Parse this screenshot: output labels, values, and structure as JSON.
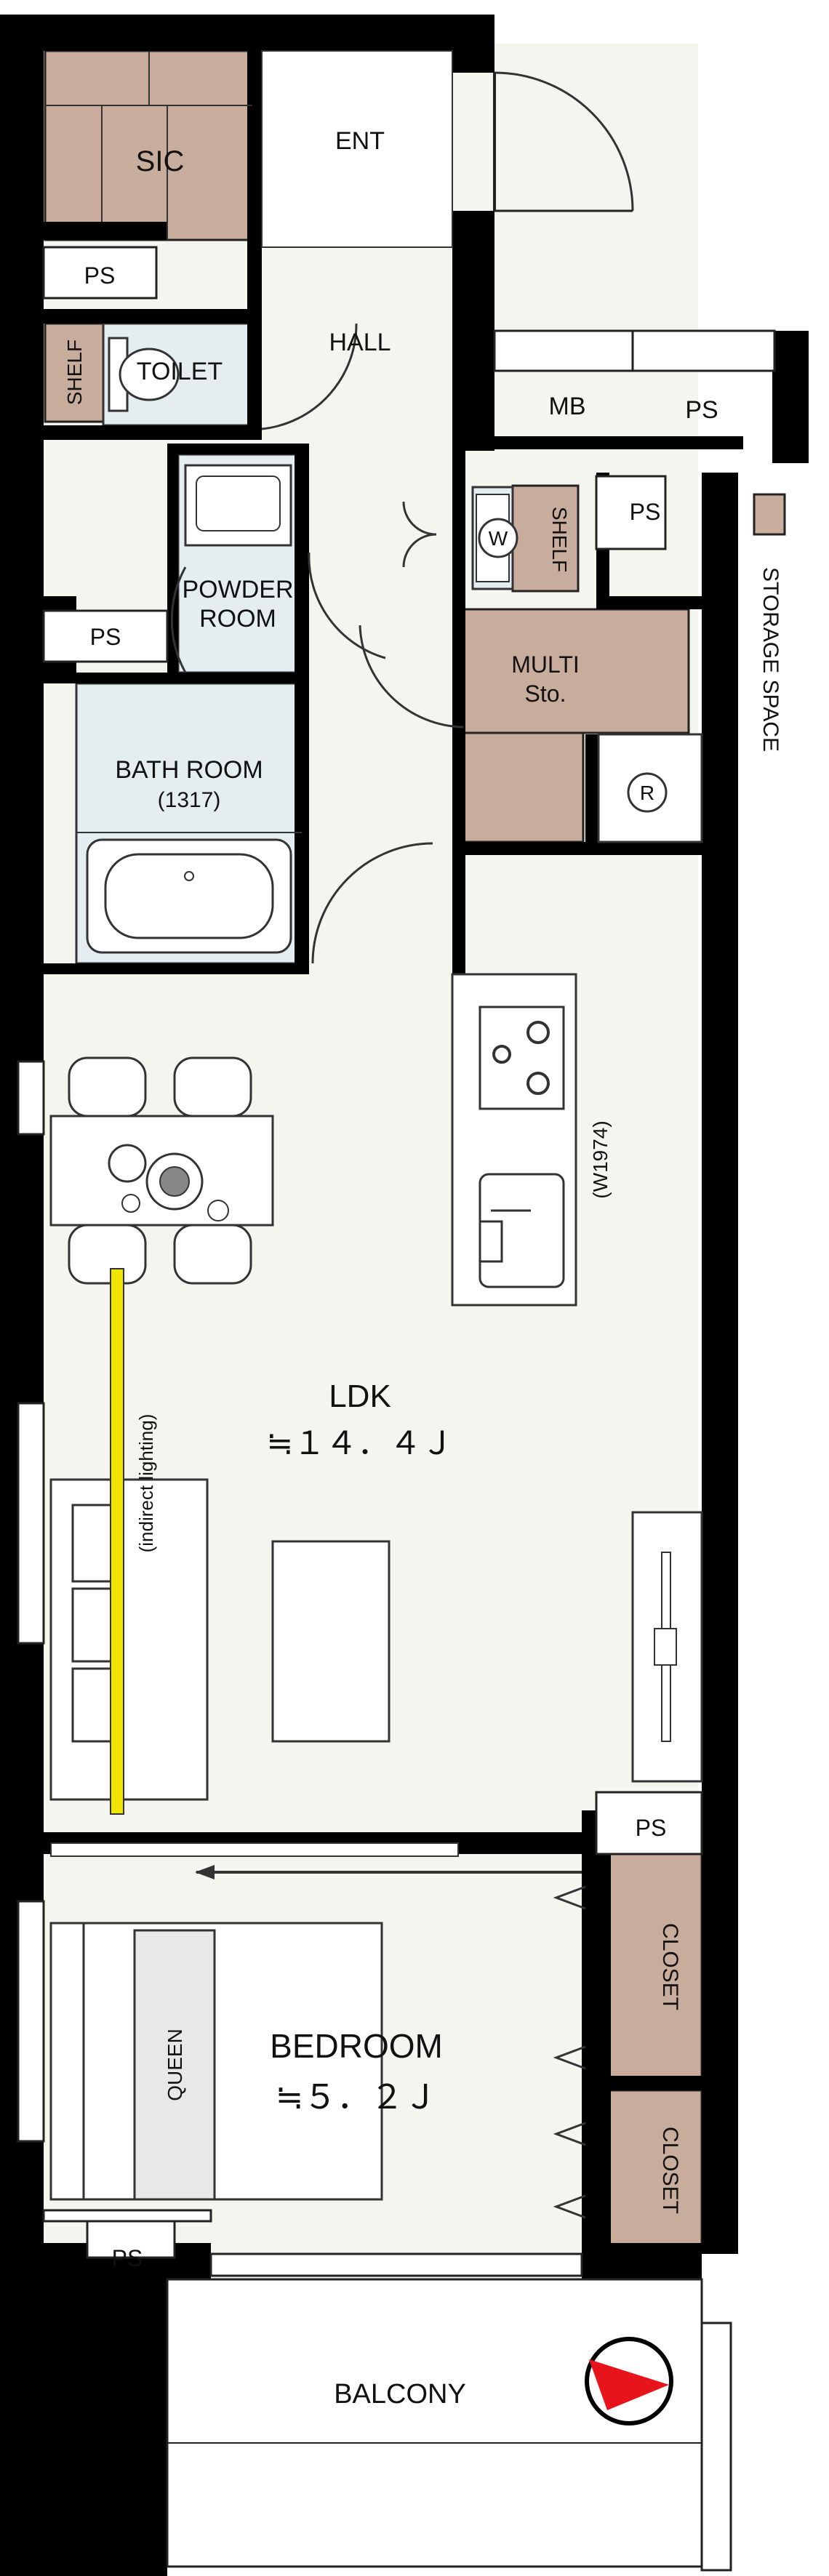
{
  "rooms": {
    "sic": "SIC",
    "ent": "ENT",
    "ps_1": "PS",
    "toilet": "TOILET",
    "shelf_toilet": "SHELF",
    "hall": "HALL",
    "mb": "MB",
    "ps_2": "PS",
    "shelf_laundry": "SHELF",
    "ps_3": "PS",
    "powder_line1": "POWDER",
    "powder_line2": "ROOM",
    "ps_4": "PS",
    "multi_line1": "MULTI",
    "multi_line2": "Sto.",
    "bath_line1": "BATH ROOM",
    "bath_size": "(1317)",
    "kitchen_width": "(W1974)",
    "ldk": "LDK",
    "ldk_area": "≒１４．４Ｊ",
    "indirect": "(indirect lighting)",
    "ps_5": "PS",
    "closet_1": "CLOSET",
    "closet_2": "CLOSET",
    "queen": "QUEEN",
    "bedroom": "BEDROOM",
    "bedroom_area": "≒５．２Ｊ",
    "ps_6": "PS",
    "balcony": "BALCONY"
  },
  "symbols": {
    "washer": "W",
    "fridge": "R"
  },
  "legend": {
    "storage": "STORAGE SPACE",
    "storage_color": "#c9ad9c"
  },
  "colors": {
    "wall": "#000000",
    "floor": "#f5f5f0",
    "storage": "#c9ad9c",
    "wet_area": "#e4eef0",
    "indirect_light": "#f2e600",
    "compass_arrow": "#e8141c"
  },
  "icons": [
    "compass-icon",
    "washer-icon",
    "fridge-icon",
    "stove-icon",
    "sink-icon",
    "bathtub-icon",
    "toilet-icon"
  ]
}
